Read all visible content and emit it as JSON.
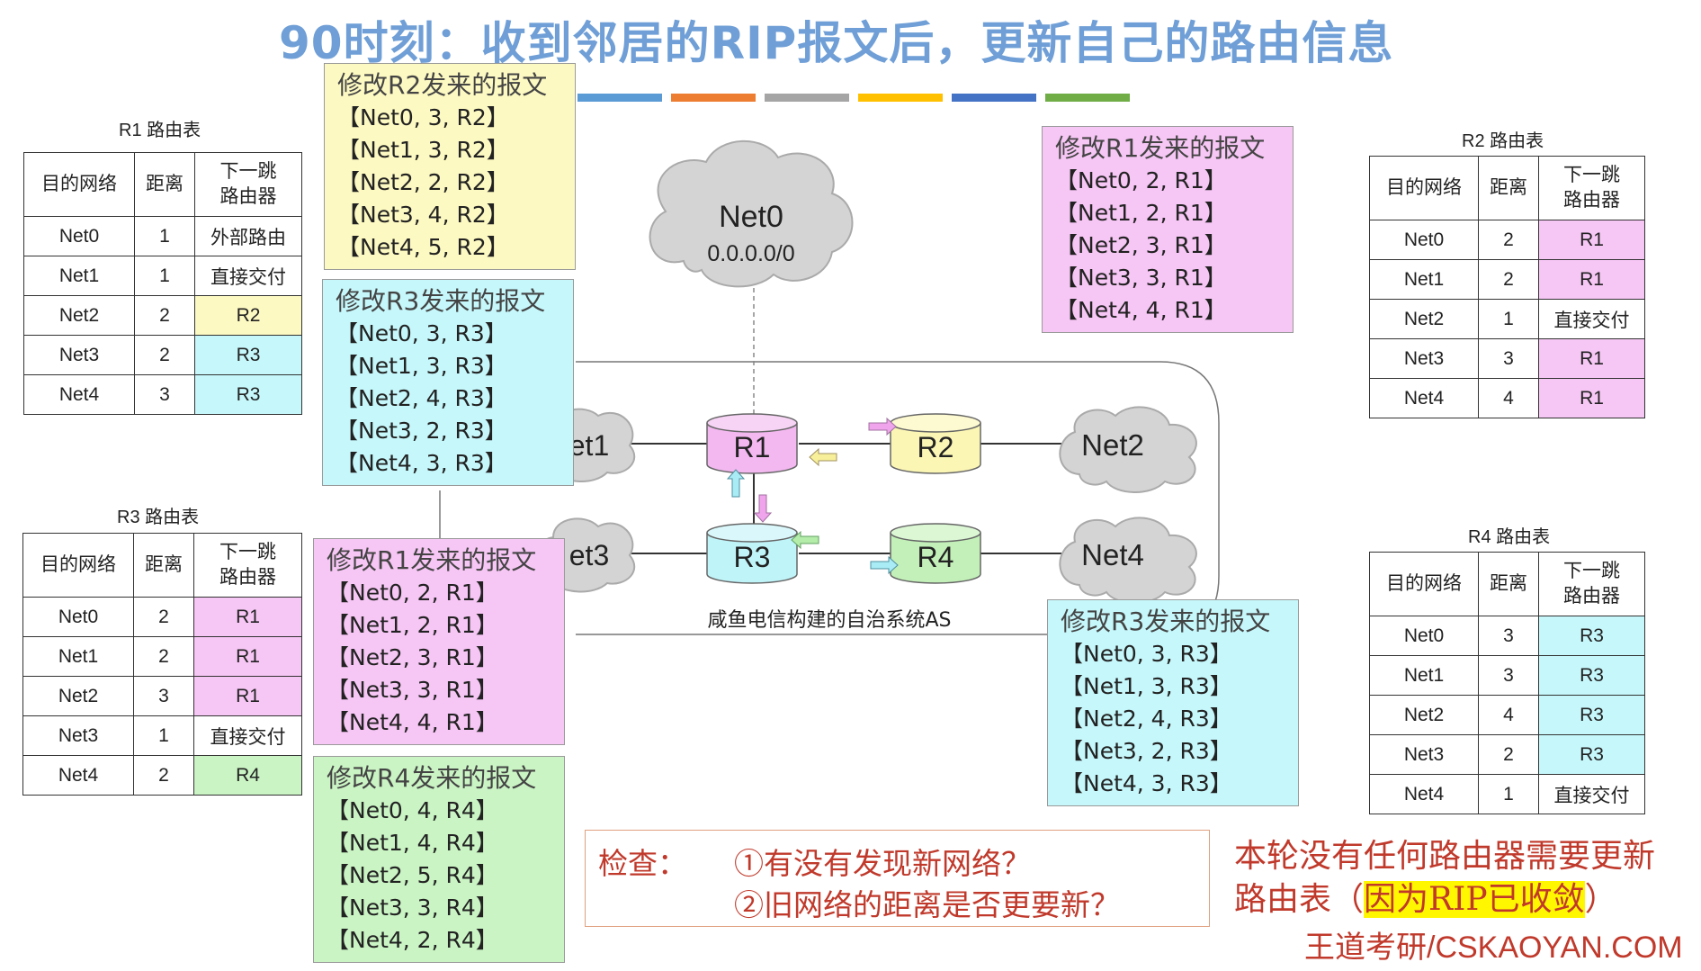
{
  "title": "90时刻：收到邻居的RIP报文后，更新自己的路由信息",
  "table_header": {
    "dest": "目的网络",
    "dist": "距离",
    "next_line1": "下一跳",
    "next_line2": "路由器"
  },
  "tables": {
    "r1": {
      "title": "R1 路由表",
      "rows": [
        {
          "net": "Net0",
          "dist": "1",
          "next": "外部路由"
        },
        {
          "net": "Net1",
          "dist": "1",
          "next": "直接交付"
        },
        {
          "net": "Net2",
          "dist": "2",
          "next": "R2"
        },
        {
          "net": "Net3",
          "dist": "2",
          "next": "R3"
        },
        {
          "net": "Net4",
          "dist": "3",
          "next": "R3"
        }
      ]
    },
    "r3": {
      "title": "R3 路由表",
      "rows": [
        {
          "net": "Net0",
          "dist": "2",
          "next": "R1"
        },
        {
          "net": "Net1",
          "dist": "2",
          "next": "R1"
        },
        {
          "net": "Net2",
          "dist": "3",
          "next": "R1"
        },
        {
          "net": "Net3",
          "dist": "1",
          "next": "直接交付"
        },
        {
          "net": "Net4",
          "dist": "2",
          "next": "R4"
        }
      ]
    },
    "r2": {
      "title": "R2 路由表",
      "rows": [
        {
          "net": "Net0",
          "dist": "2",
          "next": "R1"
        },
        {
          "net": "Net1",
          "dist": "2",
          "next": "R1"
        },
        {
          "net": "Net2",
          "dist": "1",
          "next": "直接交付"
        },
        {
          "net": "Net3",
          "dist": "3",
          "next": "R1"
        },
        {
          "net": "Net4",
          "dist": "4",
          "next": "R1"
        }
      ]
    },
    "r4": {
      "title": "R4 路由表",
      "rows": [
        {
          "net": "Net0",
          "dist": "3",
          "next": "R3"
        },
        {
          "net": "Net1",
          "dist": "3",
          "next": "R3"
        },
        {
          "net": "Net2",
          "dist": "4",
          "next": "R3"
        },
        {
          "net": "Net3",
          "dist": "2",
          "next": "R3"
        },
        {
          "net": "Net4",
          "dist": "1",
          "next": "直接交付"
        }
      ]
    }
  },
  "messages": {
    "r1_from_r2": {
      "header": "修改R2发来的报文",
      "lines": [
        "【Net0, 3, R2】",
        "【Net1, 3, R2】",
        "【Net2, 2, R2】",
        "【Net3, 4, R2】",
        "【Net4, 5, R2】"
      ]
    },
    "r1_from_r3": {
      "header": "修改R3发来的报文",
      "lines": [
        "【Net0, 3, R3】",
        "【Net1, 3, R3】",
        "【Net2, 4, R3】",
        "【Net3, 2, R3】",
        "【Net4, 3, R3】"
      ]
    },
    "r2_from_r1": {
      "header": "修改R1发来的报文",
      "lines": [
        "【Net0, 2, R1】",
        "【Net1, 2, R1】",
        "【Net2, 3, R1】",
        "【Net3, 3, R1】",
        "【Net4, 4, R1】"
      ]
    },
    "r3_from_r1": {
      "header": "修改R1发来的报文",
      "lines": [
        "【Net0, 2, R1】",
        "【Net1, 2, R1】",
        "【Net2, 3, R1】",
        "【Net3, 3, R1】",
        "【Net4, 4, R1】"
      ]
    },
    "r3_from_r4": {
      "header": "修改R4发来的报文",
      "lines": [
        "【Net0, 4, R4】",
        "【Net1, 4, R4】",
        "【Net2, 5, R4】",
        "【Net3, 3, R4】",
        "【Net4, 2, R4】"
      ]
    },
    "r4_from_r3": {
      "header": "修改R3发来的报文",
      "lines": [
        "【Net0, 3, R3】",
        "【Net1, 3, R3】",
        "【Net2, 4, R3】",
        "【Net3, 2, R3】",
        "【Net4, 3, R3】"
      ]
    }
  },
  "diagram": {
    "net0_name": "Net0",
    "net0_addr": "0.0.0.0/0",
    "net1": "et1",
    "net2": "Net2",
    "net3": "et3",
    "net4": "Net4",
    "r1": "R1",
    "r2": "R2",
    "r3": "R3",
    "r4": "R4",
    "as_label": "咸鱼电信构建的自治系统AS"
  },
  "check": {
    "label": "检查：",
    "q1": "①有没有发现新网络？",
    "q2": "②旧网络的距离是否更要新？"
  },
  "conclusion": {
    "part1": "本轮没有任何路由器需要更新路由表（",
    "highlight": "因为RIP已收敛",
    "part2": "）"
  },
  "brand": "王道考研/CSKAOYAN.COM",
  "colors": {
    "router_r1": "#f2b8ef",
    "router_r2": "#fbf6b4",
    "router_r3": "#bff4f9",
    "router_r4": "#c2f0b8",
    "cloud": "#d4d4d4",
    "title": "#6f9fd6",
    "accent_red": "#c0392b",
    "bar_colors": [
      "#5b9bd5",
      "#ed7d31",
      "#a5a5a5",
      "#ffc000",
      "#4472c4",
      "#70ad47"
    ]
  }
}
